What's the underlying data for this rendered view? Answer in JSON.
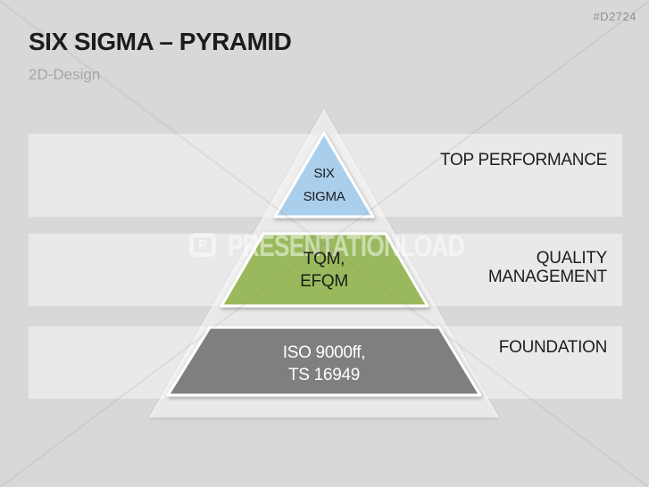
{
  "meta": {
    "code": "#D2724"
  },
  "header": {
    "title": "SIX SIGMA – PYRAMID",
    "subtitle": "2D-Design"
  },
  "pyramid": {
    "levels": [
      {
        "name": "six-sigma",
        "shape_lines": [
          "SIX",
          "SIGMA"
        ],
        "band_lines": [
          "TOP PERFORMANCE"
        ],
        "fill": "#a9cfec",
        "text_color": "#1d1d1d"
      },
      {
        "name": "tqm-efqm",
        "shape_lines": [
          "TQM,",
          "EFQM"
        ],
        "band_lines": [
          "QUALITY",
          "MANAGEMENT"
        ],
        "fill": "#9ab95c",
        "text_color": "#1d1d1d"
      },
      {
        "name": "foundation",
        "shape_lines": [
          "ISO 9000ff,",
          "TS 16949"
        ],
        "band_lines": [
          "FOUNDATION"
        ],
        "fill": "#7f7f7f",
        "text_color": "#ffffff"
      }
    ]
  },
  "watermark": {
    "logo_letter": "P",
    "text": "PRESENTATIONLOAD"
  },
  "colors": {
    "background": "#d8d8d8",
    "band": "#e9e9e9",
    "title": "#1c1c1c",
    "subtitle": "#a5a5a5",
    "code": "#8f8f8f"
  }
}
